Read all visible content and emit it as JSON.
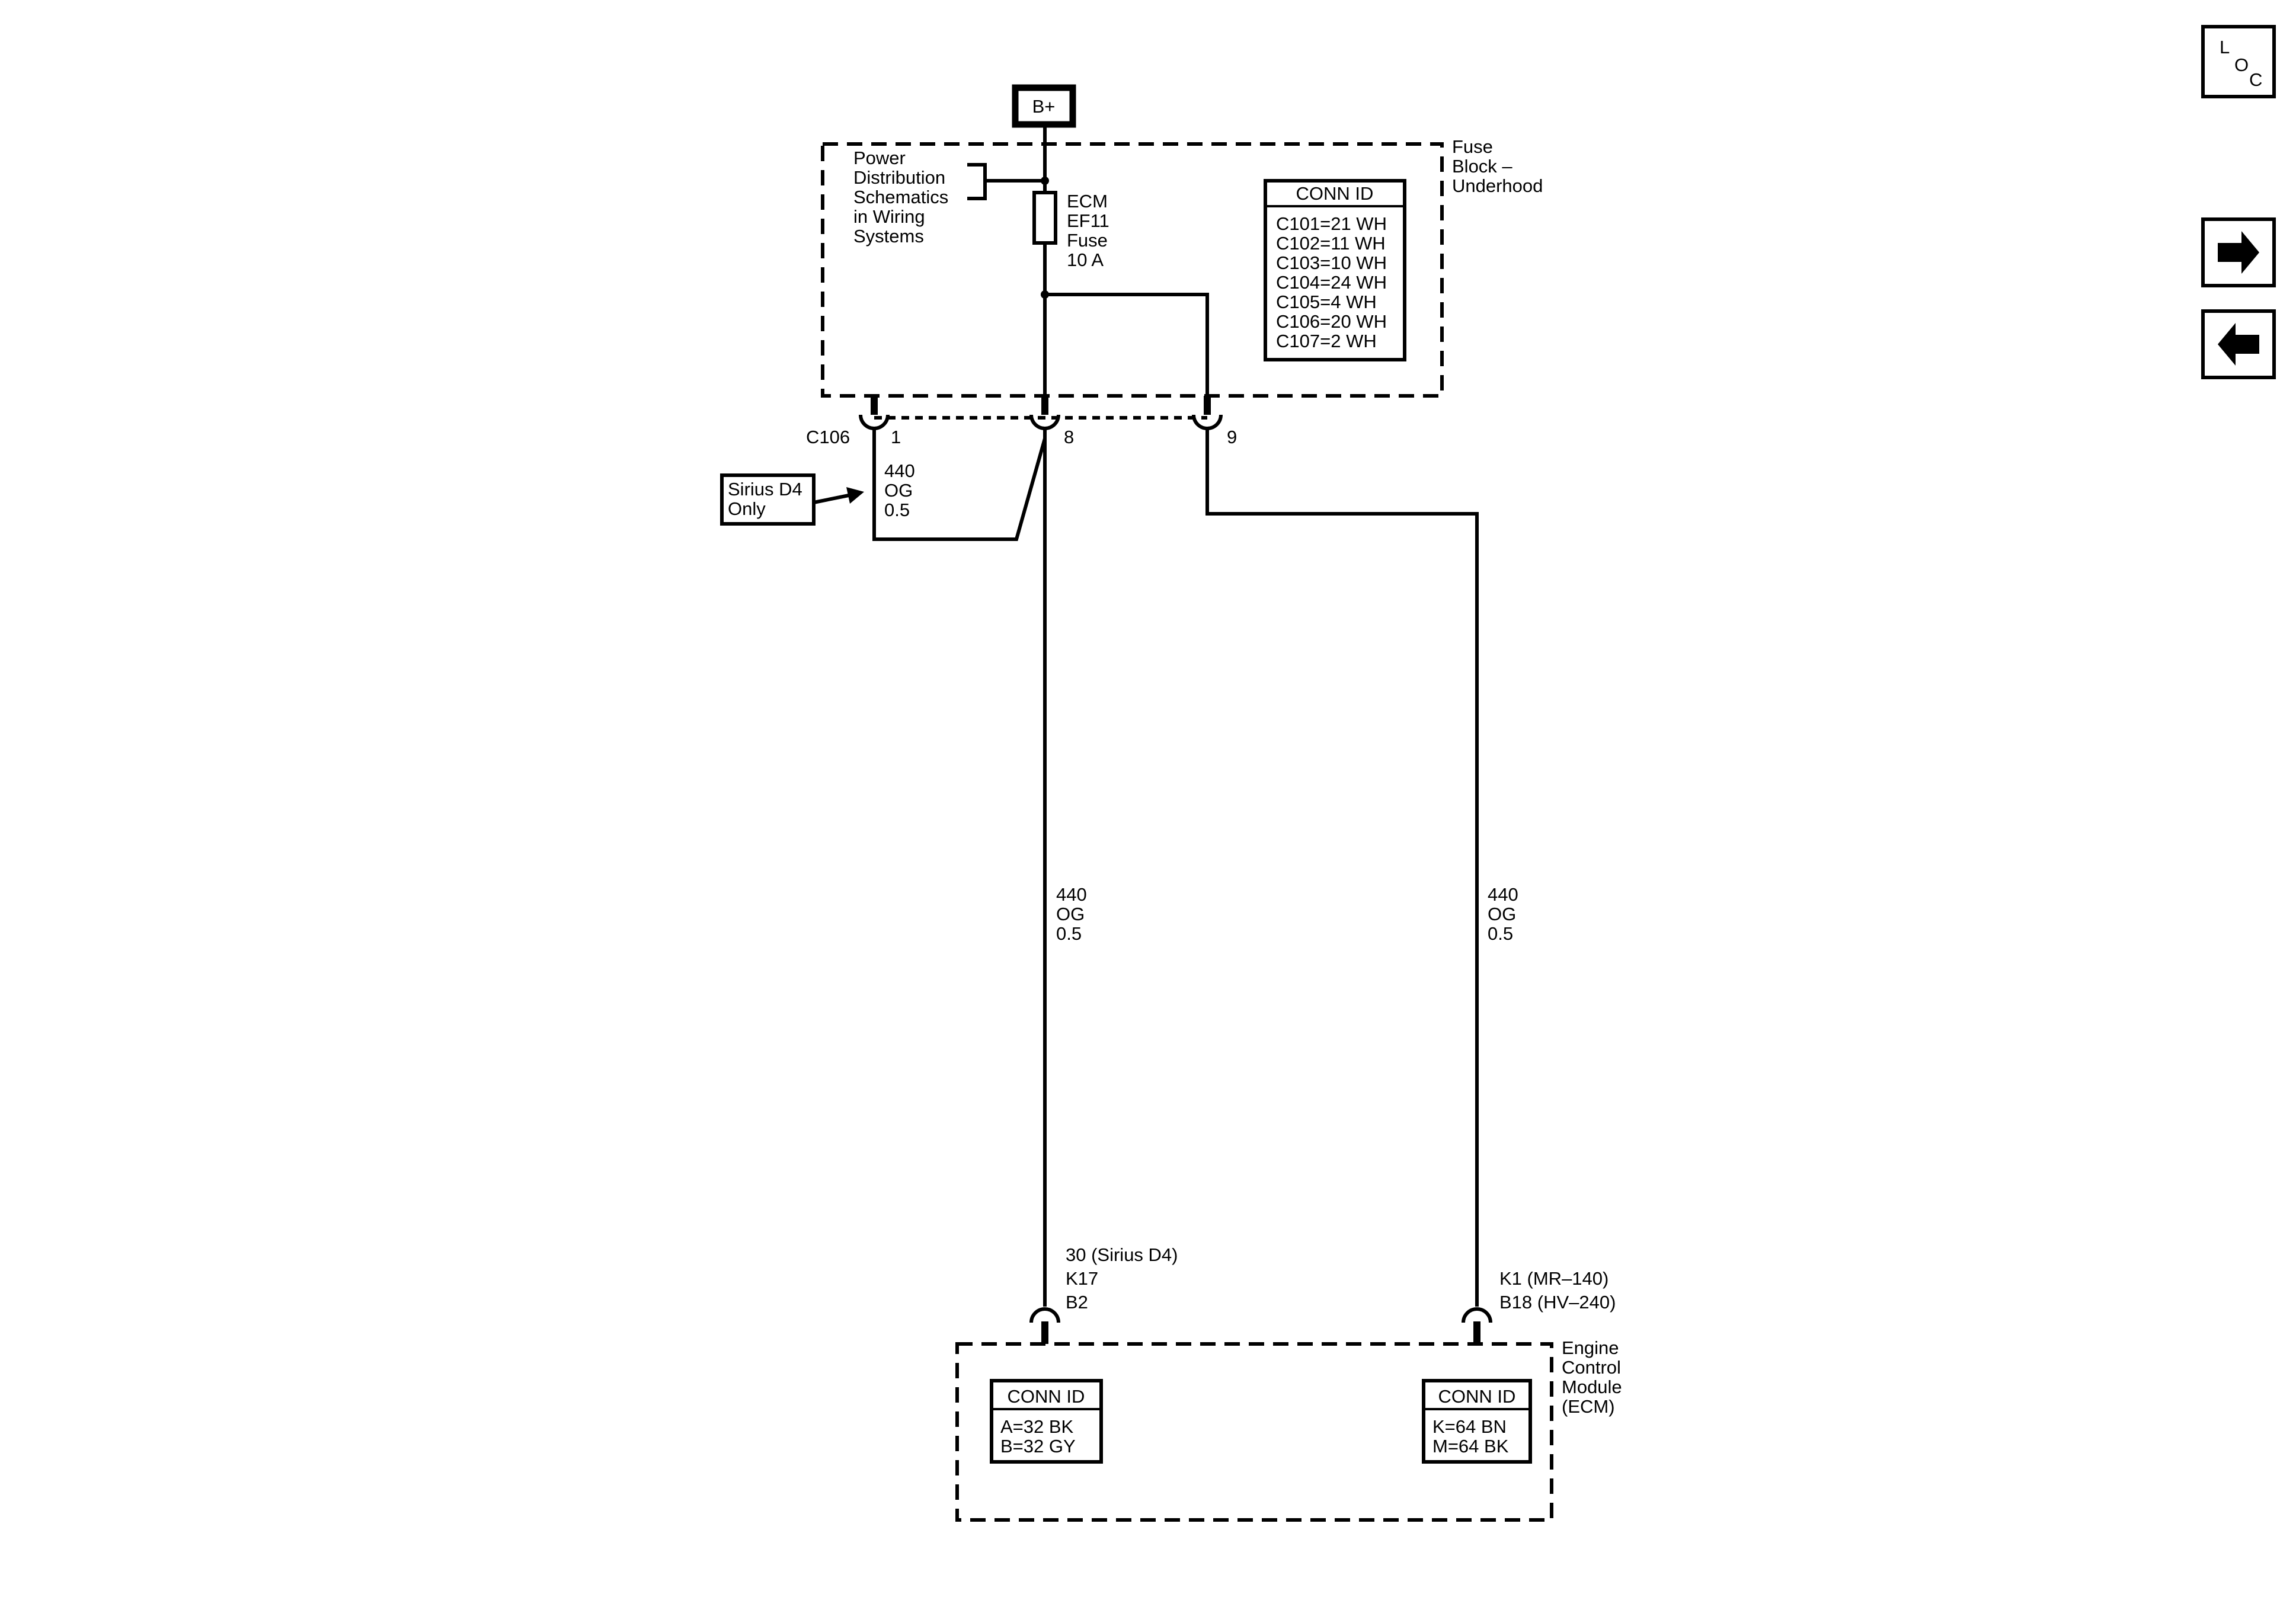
{
  "power_source": "B+",
  "fuse_block": {
    "label": [
      "Fuse",
      "Block –",
      "Underhood"
    ],
    "power_distribution_ref": [
      "Power",
      "Distribution",
      "Schematics",
      "in Wiring",
      "Systems"
    ],
    "fuse": [
      "ECM",
      "EF11",
      "Fuse",
      "10 A"
    ],
    "conn_id": {
      "header": "CONN ID",
      "entries": [
        "C101=21 WH",
        "C102=11 WH",
        "C103=10 WH",
        "C104=24 WH",
        "C105=4 WH",
        "C106=20 WH",
        "C107=2 WH"
      ]
    }
  },
  "connector": {
    "name": "C106",
    "pins": [
      "1",
      "8",
      "9"
    ]
  },
  "option_note": [
    "Sirius D4",
    "Only"
  ],
  "wires": {
    "short_jumper": [
      "440",
      "OG",
      "0.5"
    ],
    "left": [
      "440",
      "OG",
      "0.5"
    ],
    "right": [
      "440",
      "OG",
      "0.5"
    ]
  },
  "ecm_pins": {
    "left": [
      "30 (Sirius D4)",
      "K17",
      "B2"
    ],
    "right": [
      "K1 (MR–140)",
      "B18 (HV–240)"
    ]
  },
  "ecm": {
    "label": [
      "Engine",
      "Control",
      "Module",
      "(ECM)"
    ],
    "conn_left": {
      "header": "CONN ID",
      "entries": [
        "A=32 BK",
        "B=32 GY"
      ]
    },
    "conn_right": {
      "header": "CONN ID",
      "entries": [
        "K=64 BN",
        "M=64 BK"
      ]
    }
  },
  "nav": {
    "loc": [
      "L",
      "O",
      "C"
    ],
    "next_icon": "arrow-right-icon",
    "prev_icon": "arrow-left-icon"
  }
}
